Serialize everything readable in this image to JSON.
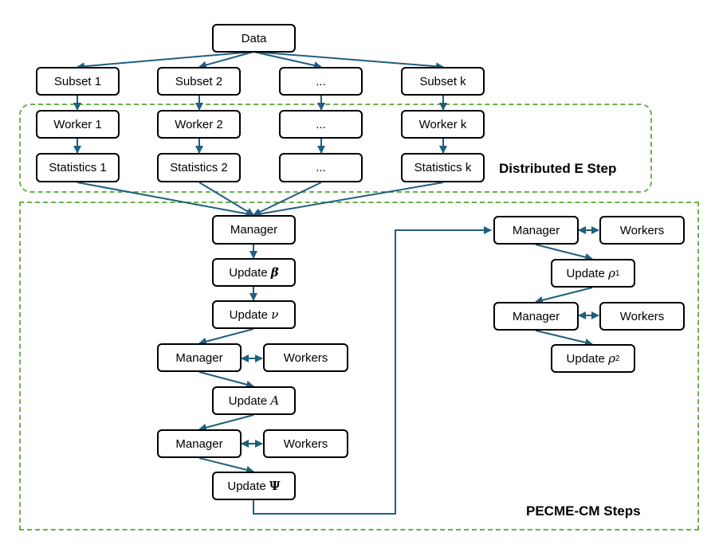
{
  "nodes": {
    "data": "Data",
    "subset1": "Subset 1",
    "subset2": "Subset 2",
    "subset_dots": "...",
    "subsetk": "Subset k",
    "worker1": "Worker 1",
    "worker2": "Worker 2",
    "worker_dots": "...",
    "workerk": "Worker k",
    "stats1": "Statistics 1",
    "stats2": "Statistics 2",
    "stats_dots": "...",
    "statsk": "Statistics k",
    "manager": "Manager",
    "workers": "Workers",
    "update": "Update",
    "beta": "β",
    "nu": "ν",
    "a": "A",
    "psi": "Ψ",
    "rho": "ρ",
    "rho1_sub": "1",
    "rho2_sub": "2"
  },
  "regions": {
    "e_step": "Distributed E Step",
    "cm_steps": "PECME-CM Steps"
  },
  "colors": {
    "arrow": "#1f5f7f",
    "region_border": "#6ab04c",
    "node_border": "#000000"
  }
}
